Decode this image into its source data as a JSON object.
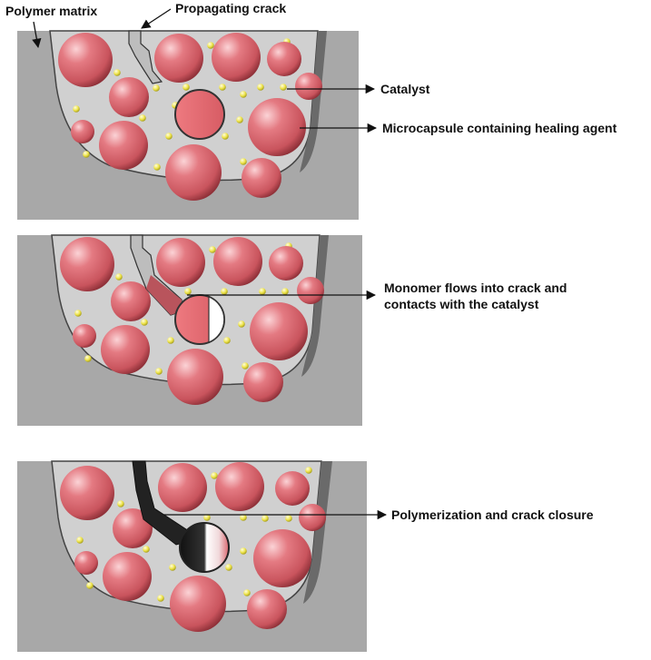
{
  "labels": {
    "polymer_matrix": "Polymer matrix",
    "propagating_crack": "Propagating crack",
    "catalyst": "Catalyst",
    "microcapsule": "Microcapsule containing healing agent",
    "monomer_line1": "Monomer flows into crack and",
    "monomer_line2": "contacts with the catalyst",
    "polymerization": "Polymerization and crack closure"
  },
  "colors": {
    "matrix": "#a8a8a8",
    "capsule": "#d9656e",
    "catalyst": "#f2ea56",
    "crack_sealed": "#222222",
    "background": "#ffffff"
  },
  "stages": [
    {
      "name": "Propagating crack"
    },
    {
      "name": "Monomer flows into crack and contacts with the catalyst"
    },
    {
      "name": "Polymerization and crack closure"
    }
  ]
}
